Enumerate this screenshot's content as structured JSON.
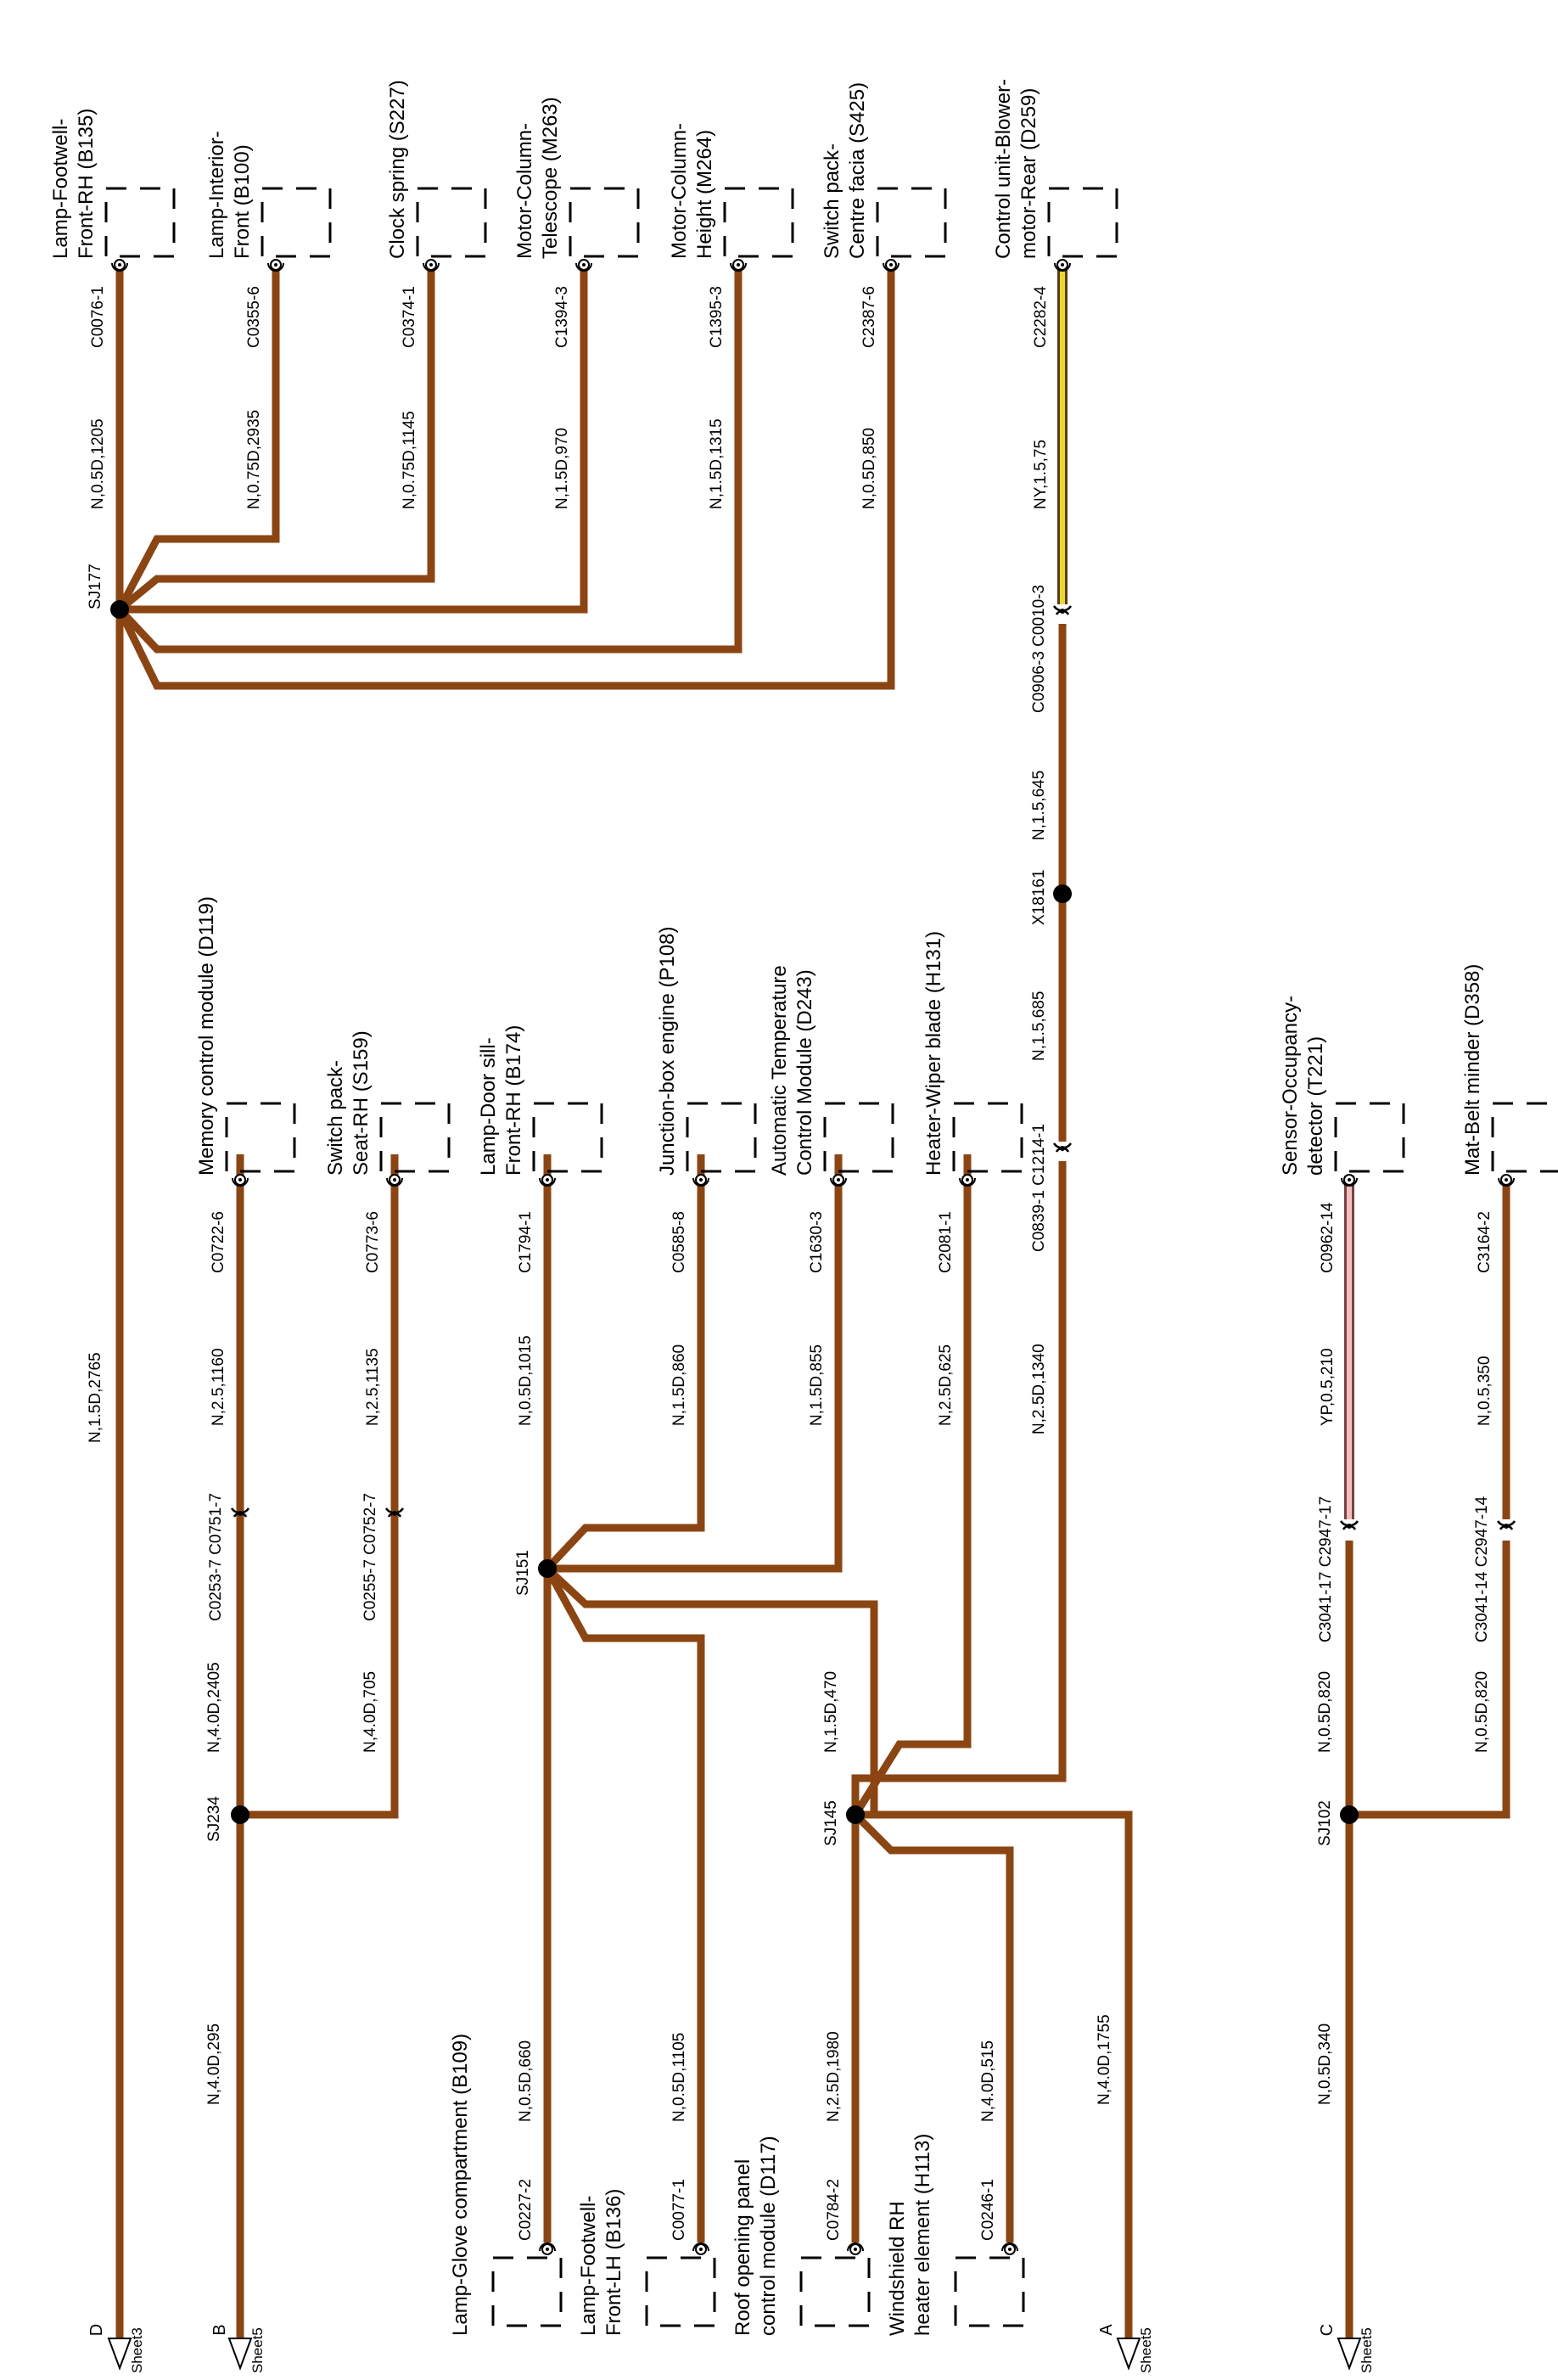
{
  "colors": {
    "wire_brown": "#8B4513",
    "wire_yellow": "#E8D830",
    "wire_pink": "#E9A9A9",
    "ink": "#000000"
  },
  "sheet_refs": [
    {
      "letter": "D",
      "sheet": "Sheet3"
    },
    {
      "letter": "B",
      "sheet": "Sheet5"
    },
    {
      "letter": "A",
      "sheet": "Sheet5"
    },
    {
      "letter": "C",
      "sheet": "Sheet5"
    }
  ],
  "splices": [
    "SJ177",
    "SJ234",
    "SJ151",
    "SJ145",
    "SJ102",
    "X18161"
  ],
  "top_components": [
    {
      "lines": [
        "Lamp-Footwell-",
        "Front-RH (B135)"
      ],
      "connector": "C0076-1",
      "wire": "N,0.5D,1205"
    },
    {
      "lines": [
        "Lamp-Interior-",
        "Front (B100)"
      ],
      "connector": "C0355-6",
      "wire": "N,0.75D,2935"
    },
    {
      "lines": [
        "Clock spring (S227)"
      ],
      "connector": "C0374-1",
      "wire": "N,0.75D,1145"
    },
    {
      "lines": [
        "Motor-Column-",
        "Telescope (M263)"
      ],
      "connector": "C1394-3",
      "wire": "N,1.5D,970"
    },
    {
      "lines": [
        "Motor-Column-",
        "Height (M264)"
      ],
      "connector": "C1395-3",
      "wire": "N,1.5D,1315"
    },
    {
      "lines": [
        "Switch pack-",
        "Centre facia (S425)"
      ],
      "connector": "C2387-6",
      "wire": "N,0.5D,850"
    },
    {
      "lines": [
        "Control unit-Blower-",
        "motor-Rear (D259)"
      ],
      "connector": "C2282-4",
      "wire": "NY,1.5,75"
    }
  ],
  "mid_components": [
    {
      "lines": [
        "Memory control module (D119)"
      ],
      "connector": "C0722-6",
      "wire": "N,2.5,1160"
    },
    {
      "lines": [
        "Switch pack-",
        "Seat-RH (S159)"
      ],
      "connector": "C0773-6",
      "wire": "N,2.5,1135"
    },
    {
      "lines": [
        "Lamp-Door sill-",
        "Front-RH (B174)"
      ],
      "connector": "C1794-1",
      "wire": "N,0.5D,1015"
    },
    {
      "lines": [
        "Junction-box engine (P108)"
      ],
      "connector": "C0585-8",
      "wire": "N,1.5D,860"
    },
    {
      "lines": [
        "Automatic Temperature",
        "Control Module (D243)"
      ],
      "connector": "C1630-3",
      "wire": "N,1.5D,855"
    },
    {
      "lines": [
        "Heater-Wiper blade (H131)"
      ],
      "connector": "C2081-1",
      "wire": "N,2.5D,625"
    },
    {
      "lines": [
        "Sensor-Occupancy-",
        "detector (T221)"
      ],
      "connector": "C0962-14",
      "wire": "YP,0.5,210"
    },
    {
      "lines": [
        "Mat-Belt minder (D358)"
      ],
      "connector": "C3164-2",
      "wire": "N,0.5,350"
    }
  ],
  "bottom_components": [
    {
      "lines": [
        "Lamp-Glove compartment (B109)"
      ],
      "connector": "C0227-2",
      "wire": "N,0.5D,660"
    },
    {
      "lines": [
        "Lamp-Footwell-",
        "Front-LH (B136)"
      ],
      "connector": "C0077-1",
      "wire": "N,0.5D,1105"
    },
    {
      "lines": [
        "Roof opening panel",
        "control module (D117)"
      ],
      "connector": "C0784-2",
      "wire": "N,2.5D,1980"
    },
    {
      "lines": [
        "Windshield RH",
        "heater element (H113)"
      ],
      "connector": "C0246-1",
      "wire": "N,4.0D,515"
    }
  ],
  "inline_connectors": [
    {
      "label": "C0906-3 C0010-3"
    },
    {
      "label": "C0839-1 C1214-1"
    },
    {
      "label": "C0253-7 C0751-7"
    },
    {
      "label": "C0255-7 C0752-7"
    },
    {
      "label": "C3041-17 C2947-17"
    },
    {
      "label": "C3041-14 C2947-14"
    }
  ],
  "wire_labels": {
    "d_trunk": "N,1.5D,2765",
    "b_trunk": "N,4.0D,295",
    "sj234_up": "N,4.0D,2405",
    "sj234_s159": "N,4.0D,705",
    "x18161_up": "N,1.5,645",
    "x18161_down": "N,1.5,685",
    "c0839_down": "N,2.5D,1340",
    "sj145_up": "N,1.5D,470",
    "a_trunk": "N,4.0D,1755",
    "c_trunk": "N,0.5D,340",
    "sj102_up": "N,0.5D,820",
    "sj102_mat": "N,0.5D,820"
  }
}
